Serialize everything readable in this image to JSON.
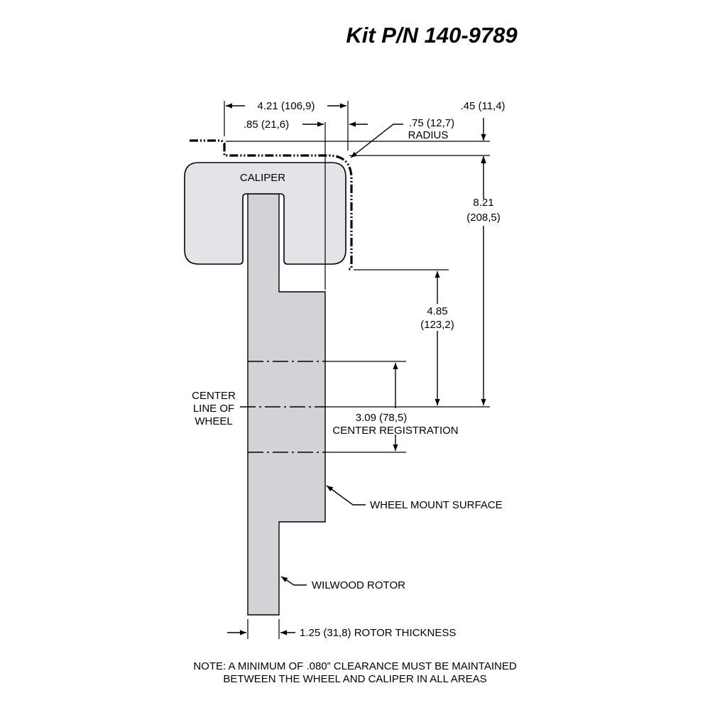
{
  "title": "Kit P/N 140-9789",
  "labels": {
    "caliper": "CALIPER",
    "center_line_1": "CENTER",
    "center_line_2": "LINE OF",
    "center_line_3": "WHEEL",
    "wheel_mount_surface": "WHEEL MOUNT SURFACE",
    "wilwood_rotor": "WILWOOD ROTOR",
    "center_registration": "CENTER REGISTRATION"
  },
  "dimensions": {
    "width_overall": "4.21 (106,9)",
    "offset": ".85 (21,6)",
    "radius_value": ".75 (12,7)",
    "radius_label": "RADIUS",
    "top_gap": ".45 (11,4)",
    "height_overall_1": "8.21",
    "height_overall_2": "(208,5)",
    "height_lower_1": "4.85",
    "height_lower_2": "(123,2)",
    "center_registration_value": "3.09 (78,5)",
    "rotor_thickness": "1.25 (31,8) ROTOR THICKNESS"
  },
  "note": {
    "line1": "NOTE: A MINIMUM OF .080” CLEARANCE MUST BE MAINTAINED",
    "line2": "BETWEEN THE WHEEL AND CALIPER IN ALL AREAS"
  },
  "colors": {
    "caliper_fill": "#e3e4e7",
    "rotor_fill": "#d2d3d6",
    "line": "#000000"
  }
}
